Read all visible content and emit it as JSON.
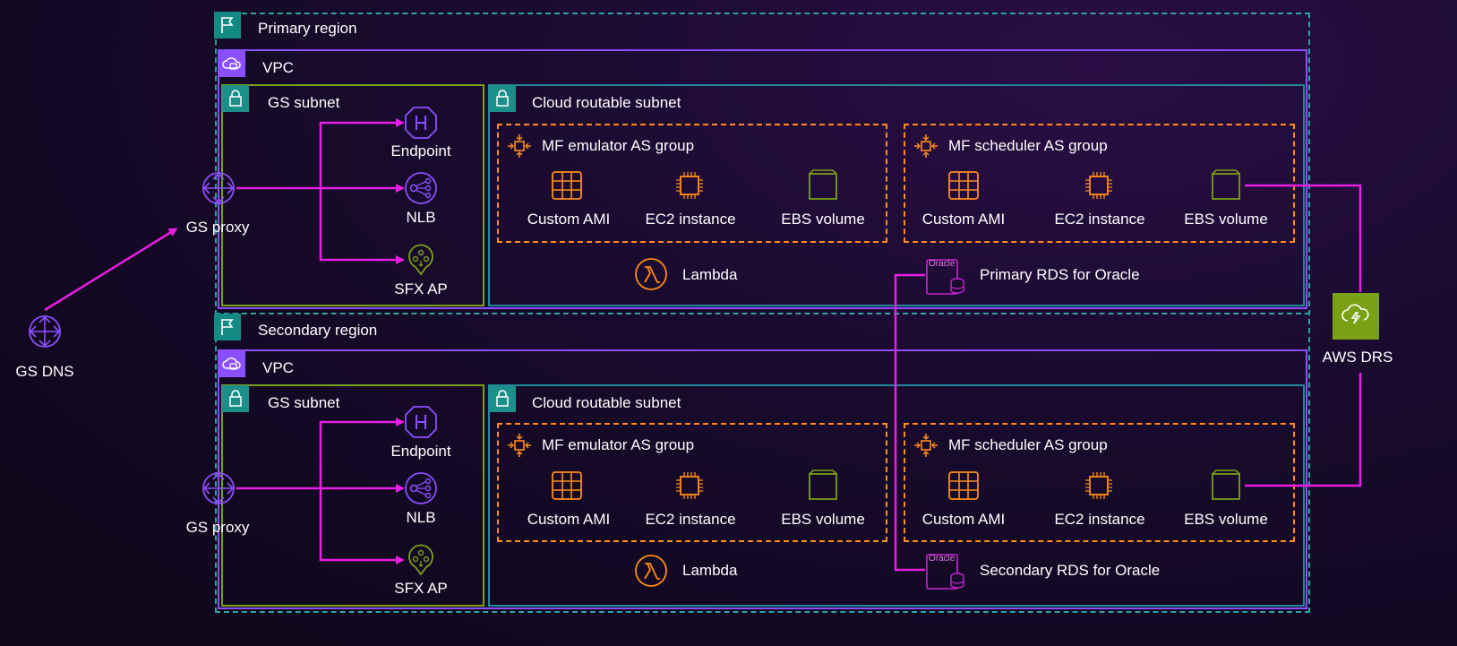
{
  "colors": {
    "region_border": "#2ba3a3",
    "vpc": "#8c4fff",
    "gs_subnet": "#7aa116",
    "cloud_subnet": "#1e8a9c",
    "asg": "#ff8c1a",
    "compute_orange": "#ff8c1a",
    "storage_green": "#7aa116",
    "network_purple": "#8c4fff",
    "database_magenta": "#c925d1",
    "connector_magenta": "#e81ee3",
    "drs_green": "#7aa116"
  },
  "external": {
    "gs_dns": "GS DNS",
    "aws_drs": "AWS DRS"
  },
  "primary": {
    "region": "Primary region",
    "vpc": "VPC",
    "gs_subnet": {
      "title": "GS subnet",
      "proxy": "GS proxy",
      "endpoint": "Endpoint",
      "nlb": "NLB",
      "sfx_ap": "SFX AP"
    },
    "cloud_subnet": {
      "title": "Cloud routable subnet",
      "emulator": {
        "title": "MF emulator AS group",
        "ami": "Custom AMI",
        "ec2": "EC2 instance",
        "ebs": "EBS volume"
      },
      "scheduler": {
        "title": "MF scheduler AS group",
        "ami": "Custom AMI",
        "ec2": "EC2 instance",
        "ebs": "EBS volume"
      },
      "lambda": "Lambda",
      "rds": "Primary RDS for Oracle",
      "oracle_badge": "Oracle"
    }
  },
  "secondary": {
    "region": "Secondary region",
    "vpc": "VPC",
    "gs_subnet": {
      "title": "GS subnet",
      "proxy": "GS proxy",
      "endpoint": "Endpoint",
      "nlb": "NLB",
      "sfx_ap": "SFX AP"
    },
    "cloud_subnet": {
      "title": "Cloud routable subnet",
      "emulator": {
        "title": "MF emulator AS group",
        "ami": "Custom AMI",
        "ec2": "EC2 instance",
        "ebs": "EBS volume"
      },
      "scheduler": {
        "title": "MF scheduler AS group",
        "ami": "Custom AMI",
        "ec2": "EC2 instance",
        "ebs": "EBS volume"
      },
      "lambda": "Lambda",
      "rds": "Secondary RDS for Oracle",
      "oracle_badge": "Oracle"
    }
  }
}
